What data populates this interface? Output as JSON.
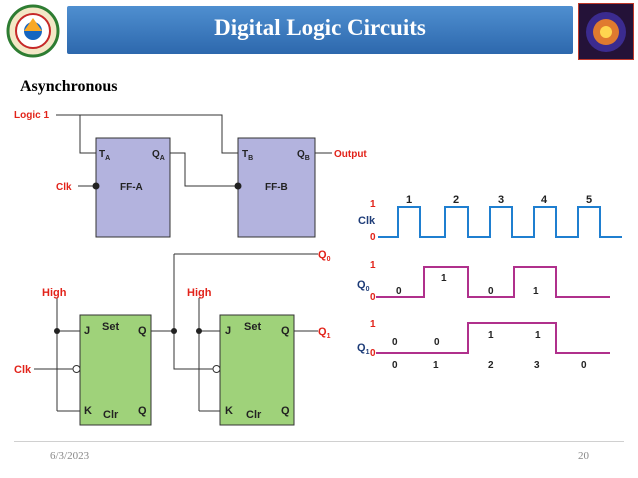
{
  "header": {
    "title": "Digital Logic Circuits"
  },
  "subtitle": "Asynchronous",
  "top_circuit": {
    "logic1": "Logic 1",
    "clk": "Clk",
    "ff_a": {
      "t": "T",
      "t_sub": "A",
      "q": "Q",
      "q_sub": "A",
      "name": "FF-A"
    },
    "ff_b": {
      "t": "T",
      "t_sub": "B",
      "q": "Q",
      "q_sub": "B",
      "name": "FF-B"
    },
    "output": "Output"
  },
  "bottom_circuit": {
    "high1": "High",
    "high2": "High",
    "clk": "Clk",
    "q0": "Q",
    "q0_sub": "0",
    "q1": "Q",
    "q1_sub": "1",
    "ff1": {
      "j": "J",
      "set": "Set",
      "q": "Q",
      "k": "K",
      "clr": "Clr",
      "qbar": "Q"
    },
    "ff2": {
      "j": "J",
      "set": "Set",
      "q": "Q",
      "k": "K",
      "clr": "Clr",
      "qbar": "Q"
    }
  },
  "timing": {
    "clk": {
      "label": "Clk",
      "high": "1",
      "low": "0",
      "pulses": [
        "1",
        "2",
        "3",
        "4",
        "5"
      ]
    },
    "q0": {
      "label": "Q",
      "label_sub": "0",
      "high": "1",
      "low": "0",
      "values": [
        "0",
        "1",
        "0",
        "1"
      ]
    },
    "q1": {
      "label": "Q",
      "label_sub": "1",
      "high": "1",
      "low": "0",
      "values_top": [
        "0",
        "0",
        "1",
        "1"
      ],
      "counts": [
        "0",
        "1",
        "2",
        "3",
        "0"
      ]
    }
  },
  "colors": {
    "ff_top": "#b3b3de",
    "ff_bottom": "#9fd27a",
    "label_red": "#e2231a",
    "clk_wave": "#1f7fd0",
    "q_wave": "#b0308c",
    "header": "#3f7fc4"
  },
  "footer": {
    "date": "6/3/2023",
    "page": "20"
  }
}
